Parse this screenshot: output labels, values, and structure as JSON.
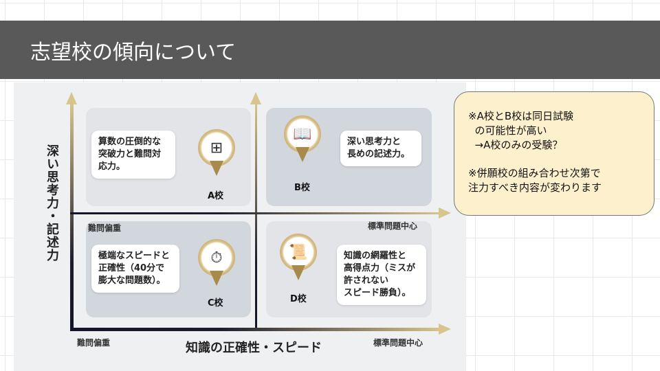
{
  "title": "志望校の傾向について",
  "chart": {
    "y_axis_label": "深い思考力・記述力",
    "x_axis_label": "知識の正確性・スピード",
    "x_left_label": "難問偏重",
    "x_right_label": "標準問題中心",
    "mid_left_label": "難問偏重",
    "mid_right_label": "標準問題中心",
    "quadrants": [
      {
        "school": "A校",
        "description": "算数の圧倒的な\n突破力と難問対\n応力。",
        "icon": "calculator-gear-icon"
      },
      {
        "school": "B校",
        "description": "深い思考力と\n長めの記述力。",
        "icon": "brain-book-icon"
      },
      {
        "school": "C校",
        "description": "極端なスピードと\n正確性（40分で\n膨大な問題数）。",
        "icon": "stopwatch-pencil-icon"
      },
      {
        "school": "D校",
        "description": "知識の網羅性と\n高得点力（ミスが\n許されない\nスピード勝負）。",
        "icon": "scroll-quill-icon"
      }
    ]
  },
  "note": {
    "line1": "※A校とB校は同日試験\n  の可能性が高い\n  →A校のみの受験？",
    "line2": "※併願校の組み合わせ次第で\n注力すべき内容が変わります"
  }
}
